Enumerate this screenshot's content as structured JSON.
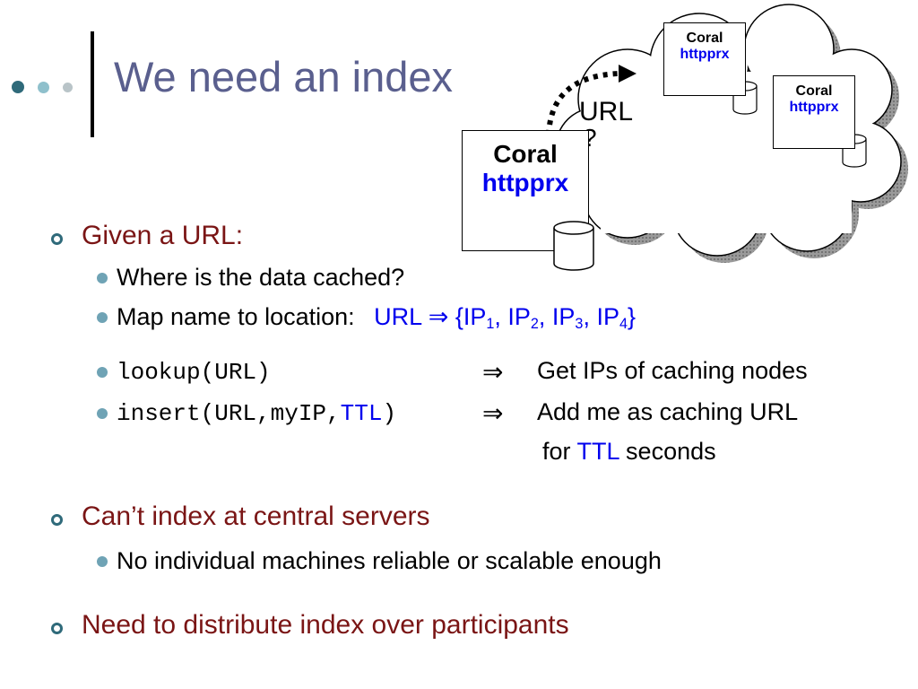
{
  "title": "We need an index",
  "diagram": {
    "big_node": {
      "name": "Coral",
      "proc": "httpprx"
    },
    "node_a": {
      "name": "Coral",
      "proc": "httpprx"
    },
    "node_b": {
      "name": "Coral",
      "proc": "httpprx"
    },
    "url_label": "URL",
    "question_mark": "?"
  },
  "bullets": {
    "b1": {
      "heading": "Given a URL:",
      "sub1": "Where is the data cached?",
      "sub2_prefix": "Map name to location:",
      "sub2_url": "URL",
      "sub2_map": "⇒ {IP",
      "sub2_i1": "1",
      "sub2_c1": ", IP",
      "sub2_i2": "2",
      "sub2_c2": ", IP",
      "sub2_i3": "3",
      "sub2_c3": ", IP",
      "sub2_i4": "4",
      "sub2_end": "}",
      "lookup_code": "lookup(URL)",
      "lookup_desc": "Get IPs of caching nodes",
      "insert_code": "insert(URL,myIP,",
      "insert_ttl": "TTL",
      "insert_close": ")",
      "insert_desc": "Add me as caching URL",
      "insert_for": "for",
      "insert_ttl2": "TTL",
      "insert_seconds": "seconds",
      "implies": "⇒"
    },
    "b2": {
      "heading": "Can’t index at central servers",
      "sub1": "No individual machines reliable or scalable enough"
    },
    "b3": {
      "heading": "Need to distribute index over participants"
    }
  },
  "colors": {
    "title": "#5a5f8e",
    "heading": "#7a1515",
    "accent_blue": "#0000ee",
    "bullet_ring": "#2f6a7a"
  }
}
